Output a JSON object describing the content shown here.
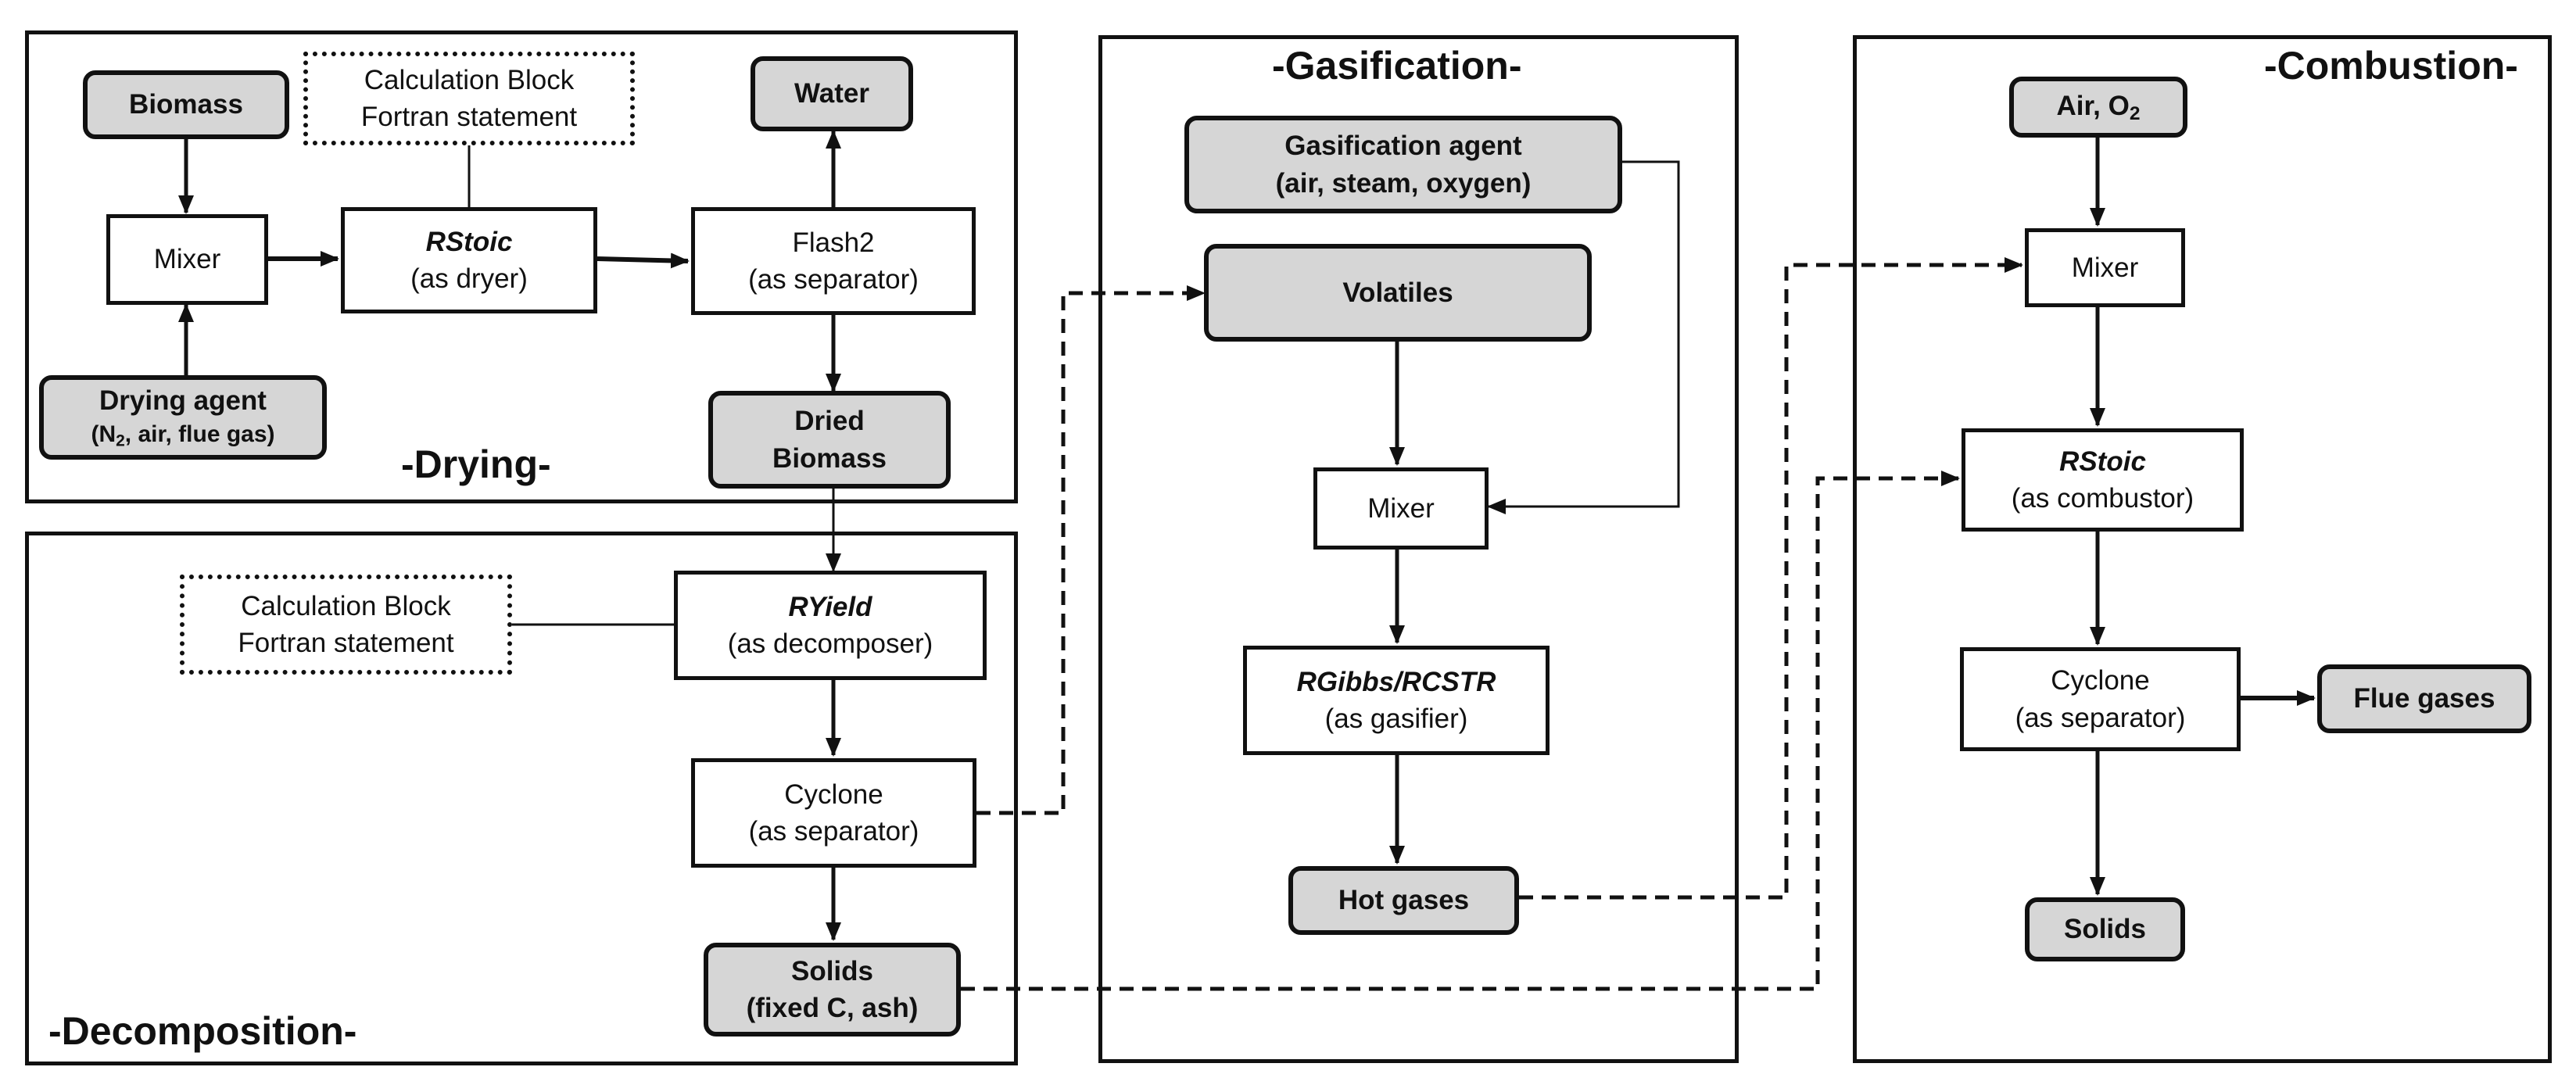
{
  "sections": {
    "drying": "-Drying-",
    "decomposition": "-Decomposition-",
    "gasification": "-Gasification-",
    "combustion": "-Combustion-"
  },
  "drying": {
    "biomass": "Biomass",
    "calc_line1": "Calculation Block",
    "calc_line2": "Fortran statement",
    "water": "Water",
    "mixer": "Mixer",
    "rstoic": "RStoic",
    "rstoic_sub": "(as dryer)",
    "flash2": "Flash2",
    "flash2_sub": "(as separator)",
    "drying_agent": "Drying agent",
    "drying_agent_n": "(N",
    "drying_agent_sub": "2",
    "drying_agent_rest": ", air, flue gas)",
    "dried_line1": "Dried",
    "dried_line2": "Biomass"
  },
  "decomposition": {
    "calc_line1": "Calculation Block",
    "calc_line2": "Fortran statement",
    "ryield": "RYield",
    "ryield_sub": "(as decomposer)",
    "cyclone": "Cyclone",
    "cyclone_sub": "(as separator)",
    "solids": "Solids",
    "solids_sub": "(fixed C, ash)"
  },
  "gasification": {
    "agent_line1": "Gasification agent",
    "agent_line2": "(air, steam, oxygen)",
    "volatiles": "Volatiles",
    "mixer": "Mixer",
    "rgibbs": "RGibbs/RCSTR",
    "rgibbs_sub": "(as gasifier)",
    "hot_gases": "Hot gases"
  },
  "combustion": {
    "air": "Air, O",
    "air_sub": "2",
    "mixer": "Mixer",
    "rstoic": "RStoic",
    "rstoic_sub": "(as combustor)",
    "cyclone": "Cyclone",
    "cyclone_sub": "(as separator)",
    "flue_gases": "Flue gases",
    "solids": "Solids"
  }
}
